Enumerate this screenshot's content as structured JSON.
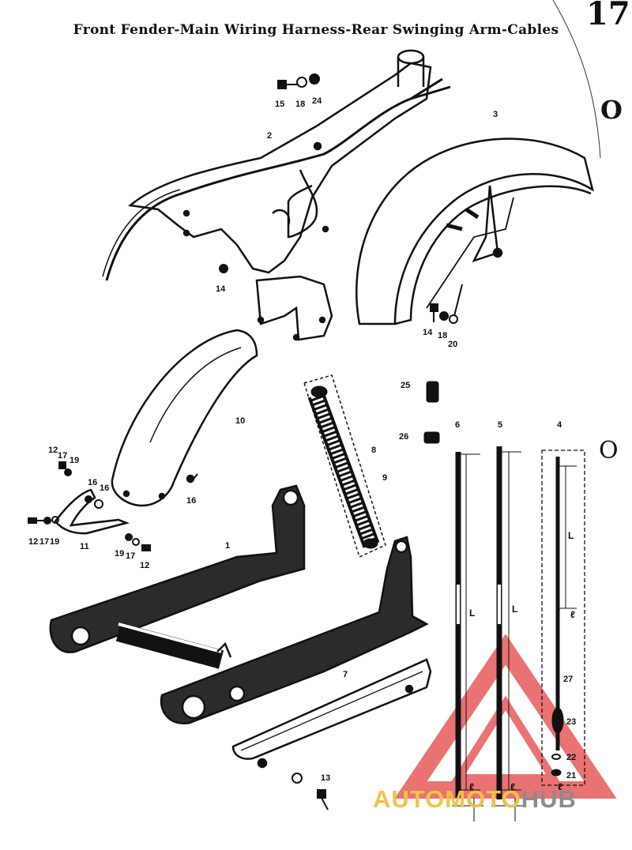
{
  "title": "Front Fender-Main Wiring Harness-Rear Swinging Arm-Cables",
  "page_number": "17",
  "side_marks": [
    "O",
    "O"
  ],
  "part_labels": {
    "p1": "1",
    "p2": "2",
    "p3": "3",
    "p4": "4",
    "p5": "5",
    "p6": "6",
    "p7": "7",
    "p8": "8",
    "p9": "9",
    "p10": "10",
    "p11": "11",
    "p12a": "12",
    "p12b": "12",
    "p12c": "12",
    "p13": "13",
    "p14a": "14",
    "p14b": "14",
    "p15": "15",
    "p16a": "16",
    "p16b": "16",
    "p16c": "16",
    "p17a": "17",
    "p17b": "17",
    "p17c": "17",
    "p18a": "18",
    "p18b": "18",
    "p19a": "19",
    "p19b": "19",
    "p19c": "19",
    "p20": "20",
    "p21": "21",
    "p22": "22",
    "p23": "23",
    "p24": "24",
    "p25": "25",
    "p26": "26",
    "p27": "27"
  },
  "dimension_labels": {
    "L1": "L",
    "L2": "L",
    "L3": "L",
    "l1": "ℓ",
    "l2": "ℓ",
    "l3": "ℓ",
    "l4": "ℓ"
  },
  "watermark": {
    "part_a": "AUTO",
    "part_b": "MOTO",
    "part_c": "HUB",
    "color_auto": "#f2c24b",
    "color_hub": "#8b8b8b",
    "triangle_color": "#e85a5a"
  }
}
